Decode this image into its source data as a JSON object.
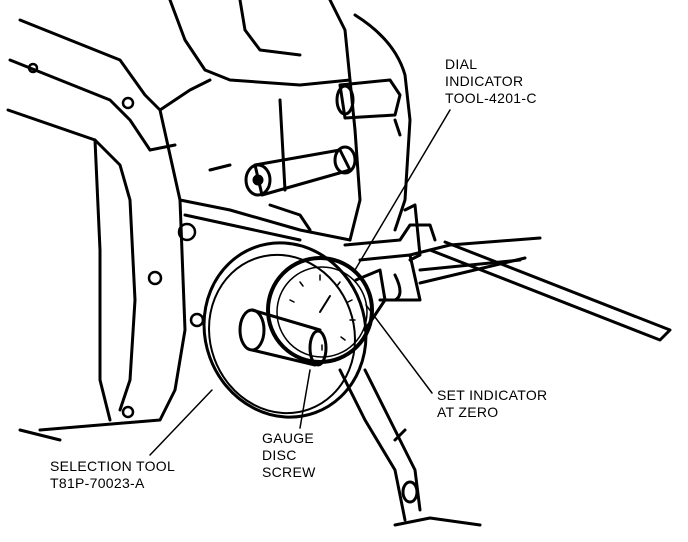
{
  "callouts": {
    "dial_indicator": {
      "lines": [
        "DIAL",
        "INDICATOR",
        "TOOL-4201-C"
      ]
    },
    "set_indicator": {
      "lines": [
        "SET INDICATOR",
        "AT ZERO"
      ]
    },
    "gauge_disc_screw": {
      "lines": [
        "GAUGE",
        "DISC",
        "SCREW"
      ]
    },
    "selection_tool": {
      "lines": [
        "SELECTION TOOL",
        "T81P-70023-A"
      ]
    }
  },
  "colors": {
    "ink": "#000000",
    "paper": "#ffffff"
  }
}
